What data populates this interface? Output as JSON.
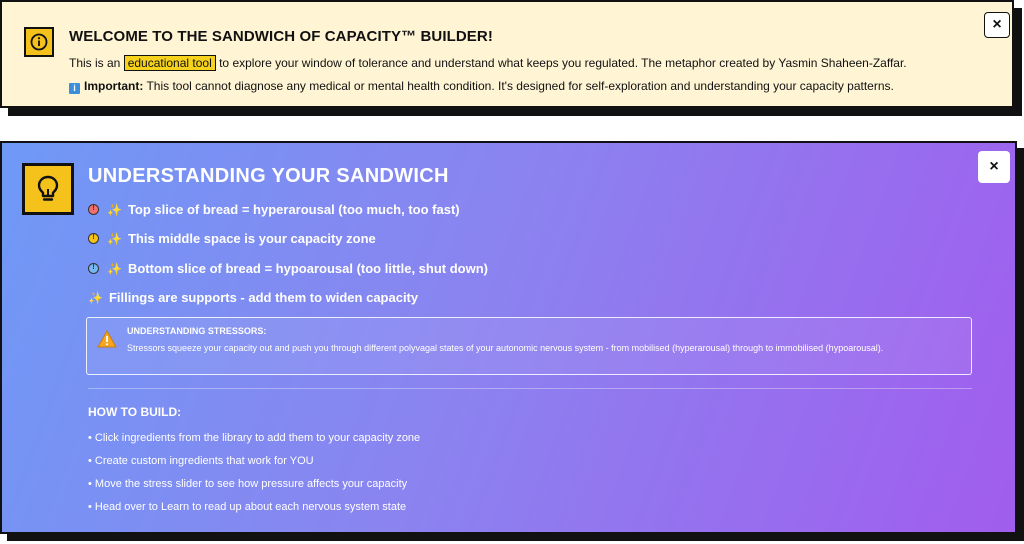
{
  "banner": {
    "title": "WELCOME TO THE SANDWICH OF CAPACITY™ BUILDER!",
    "line1_pre": "This is an ",
    "line1_highlight": "educational tool",
    "line1_post": " to explore your window of tolerance and understand what keeps you regulated. The metaphor created by Yasmin Shaheen-Zaffar.",
    "info_glyph": "i",
    "line2_bold": "Important:",
    "line2_text": " This tool cannot diagnose any medical or mental health condition. It's designed for self-exploration and understanding your capacity patterns.",
    "close_label": "×"
  },
  "panel": {
    "title": "UNDERSTANDING YOUR SANDWICH",
    "close_label": "×",
    "rows": [
      {
        "icon": "red-circle-icon",
        "color": "#f07070",
        "text": "Top slice of bread = hyperarousal (too much, too fast)"
      },
      {
        "icon": "yellow-circle-icon",
        "color": "#f5c21b",
        "text": "This middle space is your capacity zone"
      },
      {
        "icon": "blue-circle-icon",
        "color": "#78b6f2",
        "text": "Bottom slice of bread = hypoarousal (too little, shut down)"
      }
    ],
    "fillings_text": "Fillings are supports - add them to widen capacity",
    "stressors": {
      "title": "UNDERSTANDING STRESSORS:",
      "body": "Stressors squeeze your capacity out and push you through different polyvagal states of your autonomic nervous system - from mobilised (hyperarousal) through to immobilised (hypoarousal)."
    },
    "how_title": "HOW TO BUILD:",
    "how_items": [
      "• Click ingredients from the library to add them to your capacity zone",
      "• Create custom ingredients that work for YOU",
      "• Move the stress slider to see how pressure affects your capacity",
      "• Head over to Learn to read up about each nervous system state"
    ]
  },
  "colors": {
    "accent_yellow": "#f5c21b",
    "banner_bg": "#fff5d4",
    "gradient_start": "#6f99f6",
    "gradient_end": "#a15ded"
  }
}
